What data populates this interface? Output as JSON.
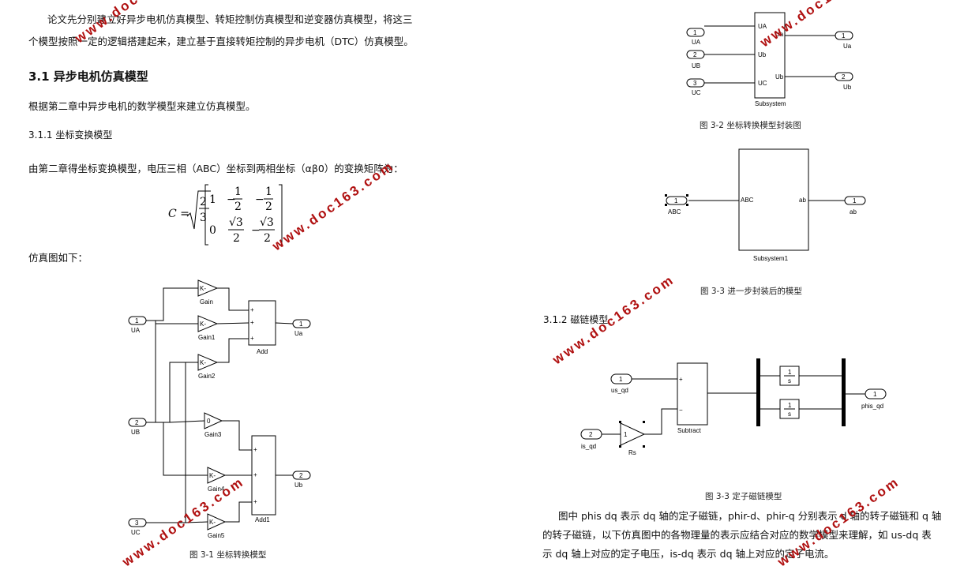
{
  "left": {
    "intro_line1": "论文先分别建立好异步电机仿真模型、转矩控制仿真模型和逆变器仿真模型，将这三",
    "intro_line2": "个模型按照一定的逻辑搭建起来，建立基于直接转矩控制的异步电机（DTC）仿真模型。",
    "section_title": "3.1 异步电机仿真模型",
    "section_text": "根据第二章中异步电机的数学模型来建立仿真模型。",
    "subsection_title": "3.1.1 坐标变换模型",
    "matrix_intro": "由第二章得坐标变换模型，电压三相（ABC）坐标到两相坐标（αβ0）的变换矩阵为：",
    "sim_label": "仿真图如下：",
    "fig1_caption": "图 3-1  坐标转换模型",
    "formula": {
      "lhs": "C =",
      "sqrt_num": "2",
      "sqrt_den": "3",
      "row1": [
        "1",
        "1",
        "2",
        "1",
        "2"
      ],
      "row2": [
        "0",
        "√3",
        "2",
        "√3",
        "2"
      ]
    },
    "fig1": {
      "inports": [
        {
          "n": "1",
          "name": "UA"
        },
        {
          "n": "2",
          "name": "UB"
        },
        {
          "n": "3",
          "name": "UC"
        }
      ],
      "gains": [
        "Gain",
        "Gain1",
        "Gain2",
        "Gain3",
        "Gain4",
        "Gain5"
      ],
      "gain_text": [
        "K-",
        "K-",
        "K-",
        "0",
        "K-",
        "K-"
      ],
      "adds": [
        "Add",
        "Add1"
      ],
      "outports": [
        {
          "n": "1",
          "name": "Ua"
        },
        {
          "n": "2",
          "name": "Ub"
        }
      ]
    }
  },
  "right": {
    "fig2": {
      "inports": [
        {
          "n": "1",
          "name": "UA"
        },
        {
          "n": "2",
          "name": "UB"
        },
        {
          "n": "3",
          "name": "UC"
        }
      ],
      "subsystem_inputs": [
        "UA",
        "Ub",
        "UC"
      ],
      "subsystem_outputs": [
        "Ua",
        "Ub"
      ],
      "subsystem_name": "Subsystem",
      "outports": [
        {
          "n": "1",
          "name": "Ua"
        },
        {
          "n": "2",
          "name": "Ub"
        }
      ],
      "caption": "图 3-2  坐标转换模型封装图"
    },
    "fig3": {
      "inport": {
        "n": "1",
        "name": "ABC"
      },
      "in_label": "ABC",
      "out_label": "ab",
      "subsystem_name": "Subsystem1",
      "outport": {
        "n": "1",
        "name": "ab"
      },
      "caption": "图 3-3  进一步封装后的模型"
    },
    "subsection_title": "3.1.2 磁链模型",
    "fig4": {
      "inports": [
        {
          "n": "1",
          "name": "us_qd"
        },
        {
          "n": "2",
          "name": "is_qd"
        }
      ],
      "gain_value": "1",
      "gain_name": "Rs",
      "subtract_name": "Subtract",
      "plus": "+",
      "minus": "−",
      "integrator_num": "1",
      "integrator_den": "s",
      "outport": {
        "n": "1",
        "name": "phis_qd"
      },
      "caption": "图 3-3  定子磁链模型"
    },
    "para_line1": "图中 phis dq 表示 dq 轴的定子磁链，phir-d、phir-q 分别表示 d 轴的转子磁链和 q 轴",
    "para_line2": "的转子磁链，以下仿真图中的各物理量的表示应结合对应的数学模型来理解，如 us-dq 表",
    "para_line3": "示 dq 轴上对应的定子电压，is-dq 表示 dq 轴上对应的定子电流。"
  },
  "watermark": "www.doc163.com"
}
